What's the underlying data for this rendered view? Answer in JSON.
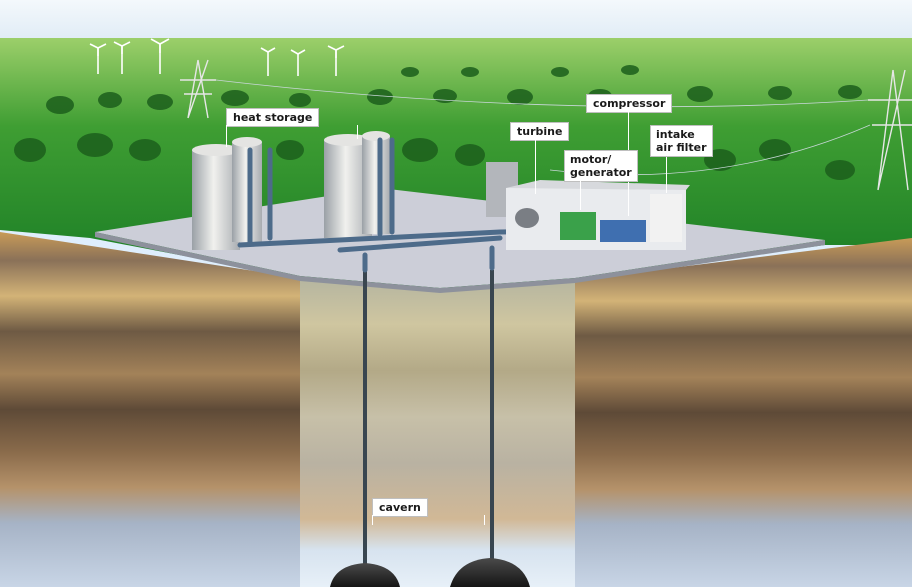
{
  "labels": {
    "heat_storage": "heat storage",
    "turbine": "turbine",
    "compressor": "compressor",
    "motor_generator_line1": "motor/",
    "motor_generator_line2": "generator",
    "intake_line1": "intake",
    "intake_line2": "air filter",
    "cavern": "cavern"
  },
  "colors": {
    "sky": "#dfeefc",
    "grass": "#1e8a2c",
    "soil_top": "#b98c4a",
    "platform": "#c9ccd6",
    "cavern": "#2b2b2b"
  }
}
